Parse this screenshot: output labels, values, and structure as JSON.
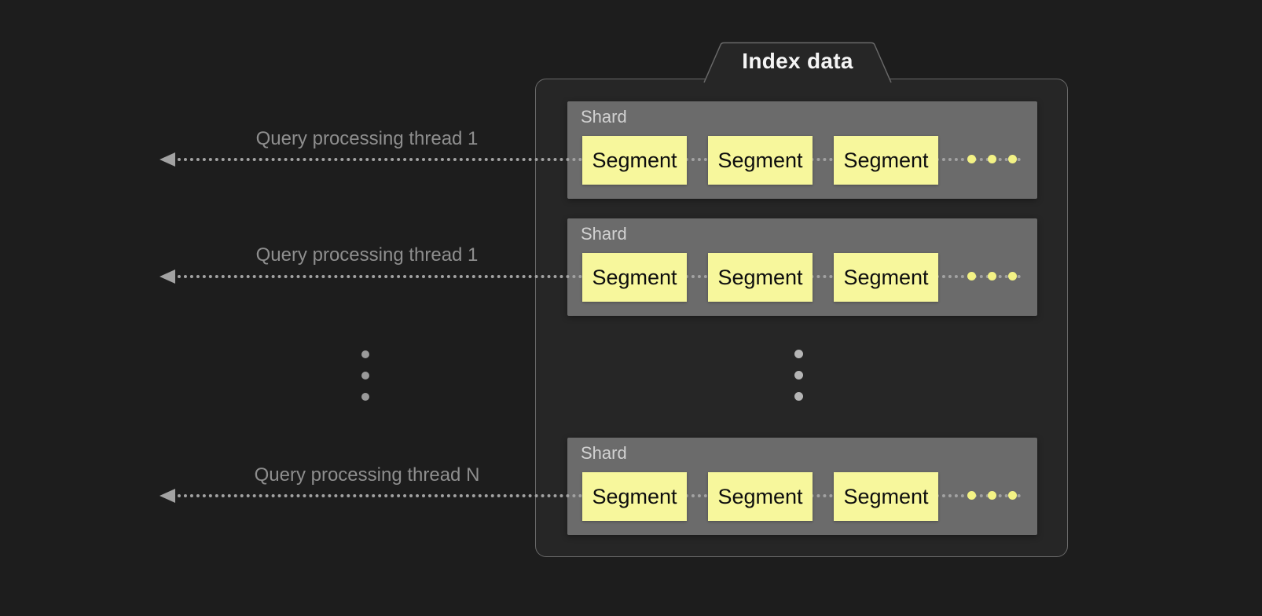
{
  "panel": {
    "title": "Index data"
  },
  "rows": [
    {
      "thread_label": "Query processing thread 1",
      "shard_label": "Shard",
      "segments": [
        "Segment",
        "Segment",
        "Segment"
      ]
    },
    {
      "thread_label": "Query processing thread 1",
      "shard_label": "Shard",
      "segments": [
        "Segment",
        "Segment",
        "Segment"
      ]
    },
    {
      "thread_label": "Query processing thread N",
      "shard_label": "Shard",
      "segments": [
        "Segment",
        "Segment",
        "Segment"
      ]
    }
  ],
  "colors": {
    "background": "#1d1d1d",
    "panel_fill": "#262626",
    "panel_border": "#696969",
    "shard_fill": "#6b6b6b",
    "shard_label_text": "#d2d2d2",
    "segment_fill": "#f7f79c",
    "segment_text": "#0e0e0e",
    "dotted_line": "#a2a2a2",
    "thread_label_text": "#8e8e8e",
    "ellipsis_gray": "#9a9a9a",
    "ellipsis_mid": "#b5b5b5",
    "ellipsis_yellow": "#f3f285",
    "title_text": "#f5f5f5"
  }
}
